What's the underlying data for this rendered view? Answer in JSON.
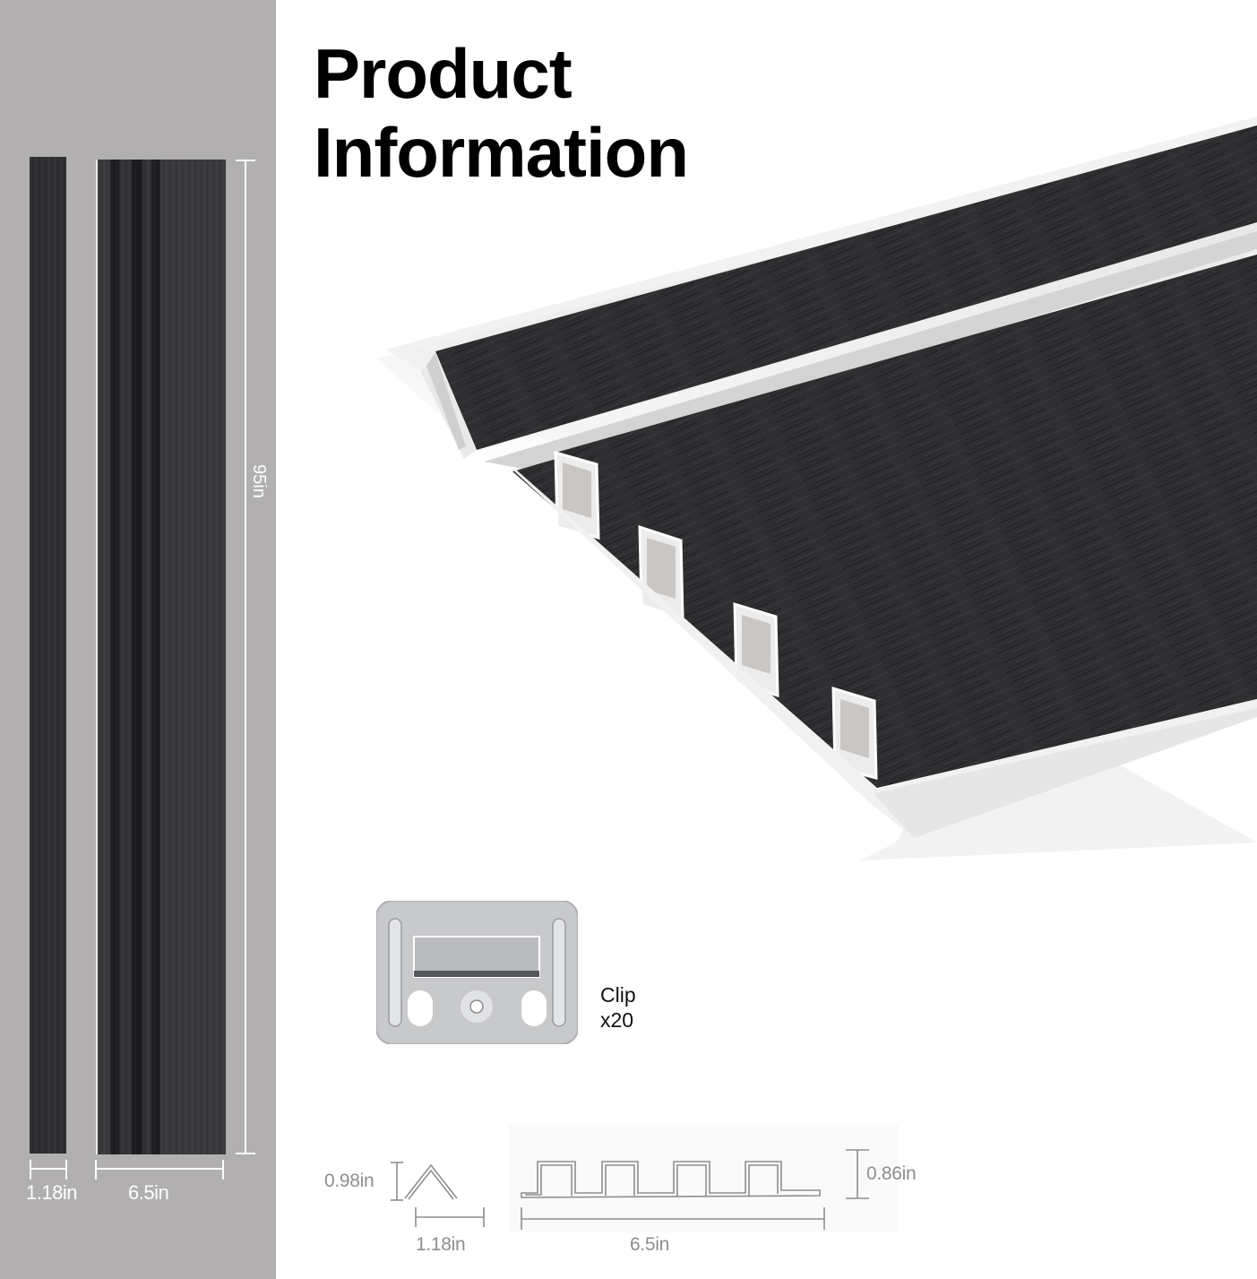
{
  "header": {
    "title_line1": "Product",
    "title_line2": "Information"
  },
  "left_panel": {
    "background_color": "#b1afb0",
    "plank_color": "#2f2e31",
    "narrow_plank": {
      "width_label": "1.18in"
    },
    "wide_plank": {
      "width_label": "6.5in",
      "height_label": "95in"
    }
  },
  "accessory": {
    "name": "Clip",
    "quantity": "x20",
    "icon": "metal-clip-icon"
  },
  "profiles": {
    "corner_trim": {
      "height_label": "0.98in",
      "width_label": "1.18in",
      "icon": "corner-trim-profile-icon"
    },
    "fluted_panel": {
      "height_label": "0.86in",
      "width_label": "6.5in",
      "flutes": 4,
      "icon": "fluted-panel-profile-icon"
    }
  }
}
